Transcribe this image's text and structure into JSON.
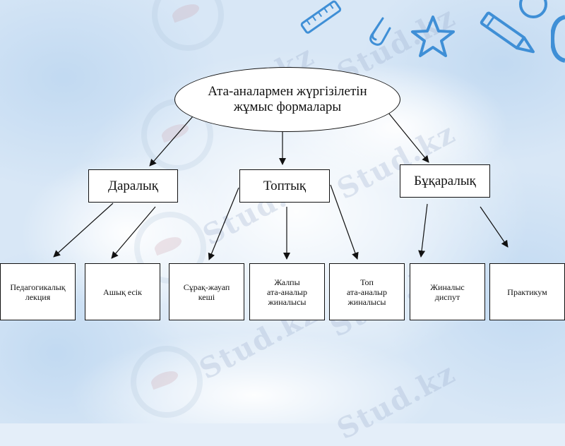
{
  "diagram": {
    "root": {
      "label": "Ата-аналармен  жүргізілетін\nжұмыс формалары"
    },
    "branches": [
      {
        "label": "Даралық",
        "children": [
          "Педагогикалық\nлекция",
          "Ашық есік"
        ]
      },
      {
        "label": "Топтық",
        "children": [
          "Сұрақ-жауап\nкеші",
          "Жалпы\nата-аналыр\nжиналысы",
          "Топ\nата-аналыр\nжиналысы"
        ]
      },
      {
        "label": "Бұқаралық",
        "children": [
          "Жиналыс\nдиспут",
          "Практикум"
        ]
      }
    ]
  },
  "watermark": {
    "text": "Stud.kz"
  },
  "colors": {
    "stroke": "#111111",
    "box_fill": "#ffffff",
    "decor_blue": "#3f8fd6"
  }
}
